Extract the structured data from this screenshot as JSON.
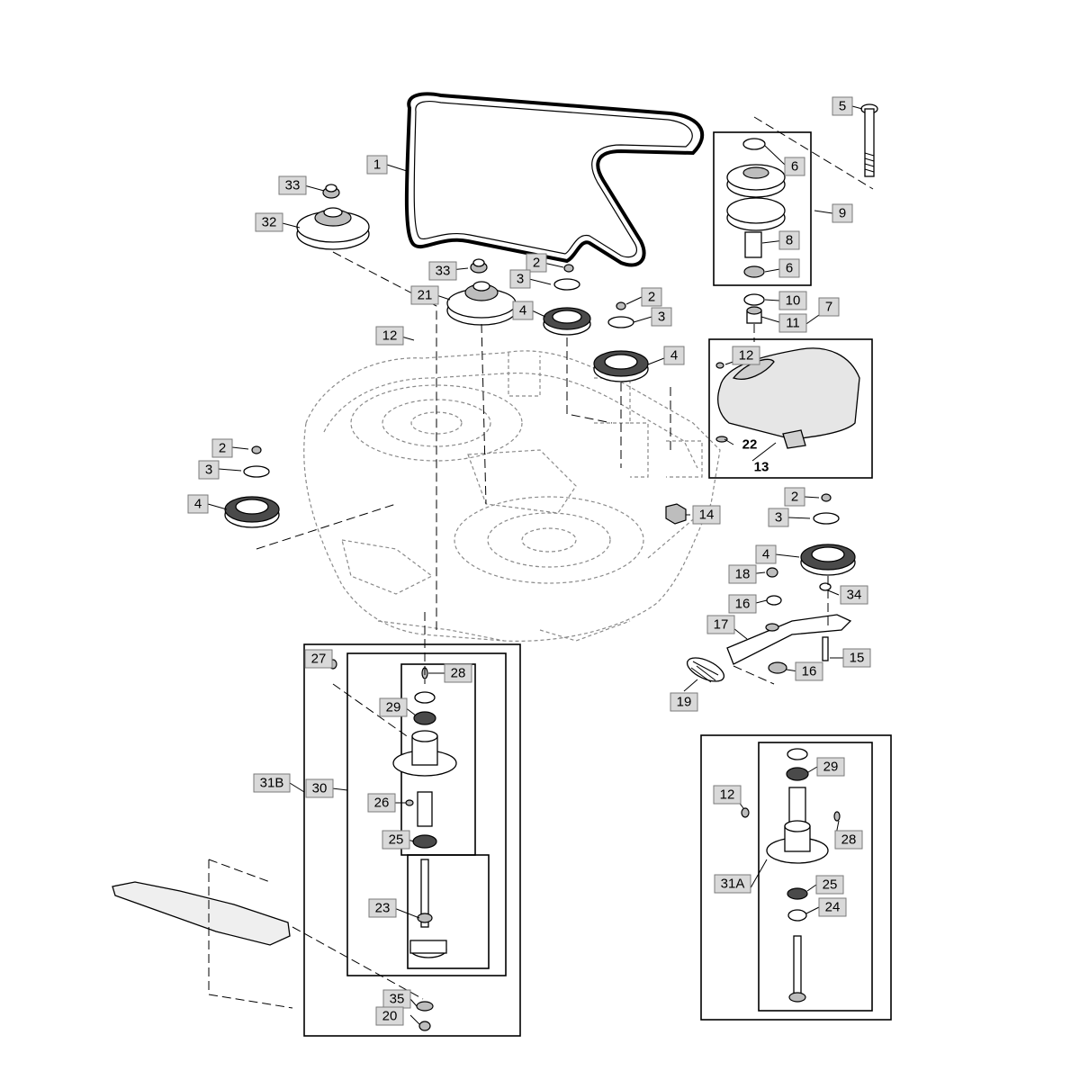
{
  "labels": {
    "l1": "1",
    "l2a": "2",
    "l2b": "2",
    "l2c": "2",
    "l2d": "2",
    "l3a": "3",
    "l3b": "3",
    "l3c": "3",
    "l3d": "3",
    "l4a": "4",
    "l4b": "4",
    "l4c": "4",
    "l4d": "4",
    "l5": "5",
    "l6a": "6",
    "l6b": "6",
    "l7": "7",
    "l8": "8",
    "l9": "9",
    "l10": "10",
    "l11": "11",
    "l12a": "12",
    "l12b": "12",
    "l12c": "12",
    "l13": "13",
    "l14": "14",
    "l15": "15",
    "l16a": "16",
    "l16b": "16",
    "l17": "17",
    "l18": "18",
    "l19": "19",
    "l20": "20",
    "l21": "21",
    "l22": "22",
    "l23": "23",
    "l24": "24",
    "l25a": "25",
    "l25b": "25",
    "l26": "26",
    "l27": "27",
    "l28a": "28",
    "l28b": "28",
    "l29a": "29",
    "l29b": "29",
    "l30": "30",
    "l31a": "31A",
    "l31b": "31B",
    "l32": "32",
    "l33a": "33",
    "l33b": "33",
    "l34": "34",
    "l35": "35"
  }
}
